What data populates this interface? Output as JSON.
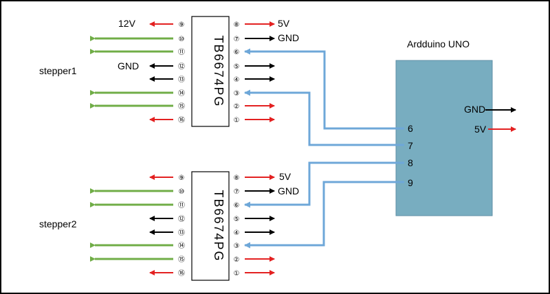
{
  "colors": {
    "green": "#70ad47",
    "red": "#e32020",
    "black": "#000000",
    "blue": "#6ea7d8",
    "arduino_fill": "#78adc0",
    "arduino_stroke": "#5f8fa6"
  },
  "drivers": [
    {
      "chip_label": "TB6674PG",
      "stepper_label": "stepper1",
      "supply_left_label": "12V",
      "gnd_left_label": "GND",
      "right_5v_label": "5V",
      "right_gnd_label": "GND",
      "left_pins": [
        "⑨",
        "⑩",
        "⑪",
        "⑫",
        "⑬",
        "⑭",
        "⑮",
        "⑯"
      ],
      "right_pins": [
        "⑧",
        "⑦",
        "⑥",
        "⑤",
        "④",
        "③",
        "②",
        "①"
      ]
    },
    {
      "chip_label": "TB6674PG",
      "stepper_label": "stepper2",
      "right_5v_label": "5V",
      "right_gnd_label": "GND",
      "left_pins": [
        "⑨",
        "⑩",
        "⑪",
        "⑫",
        "⑬",
        "⑭",
        "⑮",
        "⑯"
      ],
      "right_pins": [
        "⑧",
        "⑦",
        "⑥",
        "⑤",
        "④",
        "③",
        "②",
        "①"
      ]
    }
  ],
  "arduino": {
    "title": "Ardduino UNO",
    "gnd_label": "GND",
    "v5_label": "5V",
    "pins": [
      "6",
      "7",
      "8",
      "9"
    ]
  }
}
